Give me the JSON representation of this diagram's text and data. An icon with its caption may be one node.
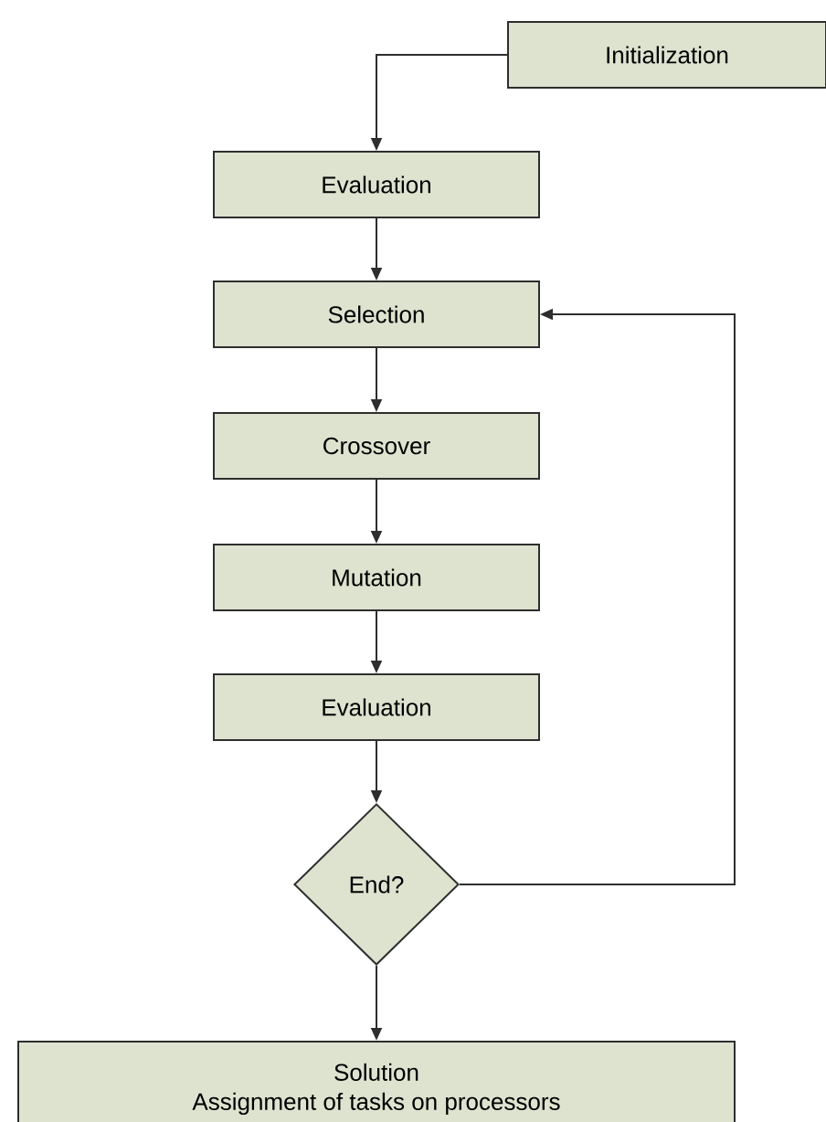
{
  "diagram": {
    "nodes": [
      {
        "text": [
          "Initialization"
        ]
      },
      {
        "text": [
          "Evaluation"
        ]
      },
      {
        "text": [
          "Selection"
        ]
      },
      {
        "text": [
          "Crossover"
        ]
      },
      {
        "text": [
          "Mutation"
        ]
      },
      {
        "text": [
          "Evaluation"
        ]
      },
      {
        "text": [
          "End?"
        ]
      },
      {
        "text": [
          "Solution",
          "Assignment of tasks on processors"
        ]
      }
    ],
    "edges": [
      {
        "from": 0,
        "to": 1,
        "arrow": "to"
      },
      {
        "from": 1,
        "to": 2,
        "arrow": "to"
      },
      {
        "from": 2,
        "to": 3,
        "arrow": "to"
      },
      {
        "from": 3,
        "to": 4,
        "arrow": "to"
      },
      {
        "from": 4,
        "to": 5,
        "arrow": "to"
      },
      {
        "from": 5,
        "to": 6,
        "arrow": "to"
      },
      {
        "from": 6,
        "to": 7,
        "arrow": "to"
      },
      {
        "from": 6,
        "to": 2,
        "arrow": "to"
      }
    ]
  }
}
